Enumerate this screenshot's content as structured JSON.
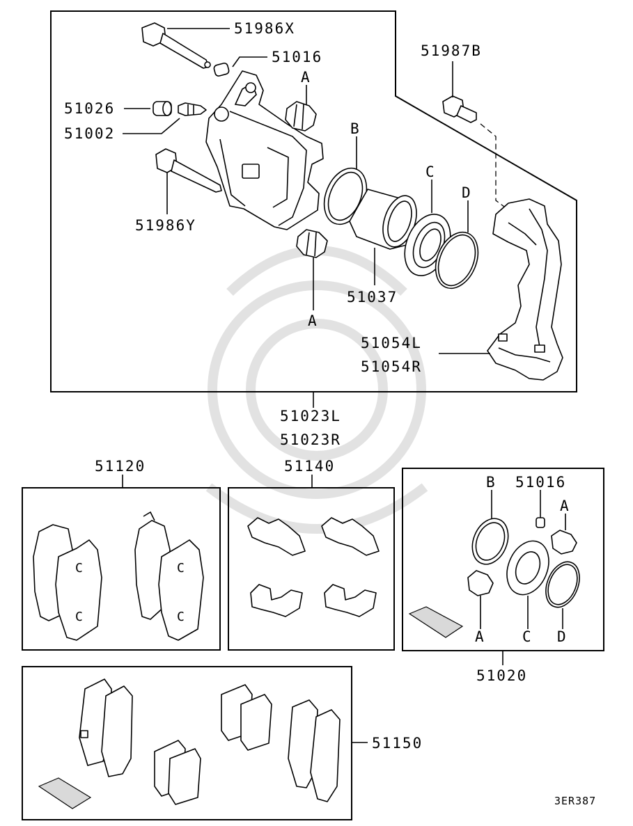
{
  "labels": {
    "p51986X": "51986X",
    "p51016_top": "51016",
    "p51026": "51026",
    "p51002": "51002",
    "p51986Y": "51986Y",
    "p51987B": "51987B",
    "A_top": "A",
    "A_bottom": "A",
    "B_top": "B",
    "C_top": "C",
    "D_top": "D",
    "p51037": "51037",
    "p51054L": "51054L",
    "p51054R": "51054R",
    "p51023L": "51023L",
    "p51023R": "51023R",
    "p51120": "51120",
    "p51140": "51140",
    "B_kit": "B",
    "p51016_kit": "51016",
    "A_kit_top": "A",
    "A_kit_bottom": "A",
    "C_kit": "C",
    "D_kit": "D",
    "p51020": "51020",
    "p51150": "51150",
    "figure_code": "3ER387"
  }
}
